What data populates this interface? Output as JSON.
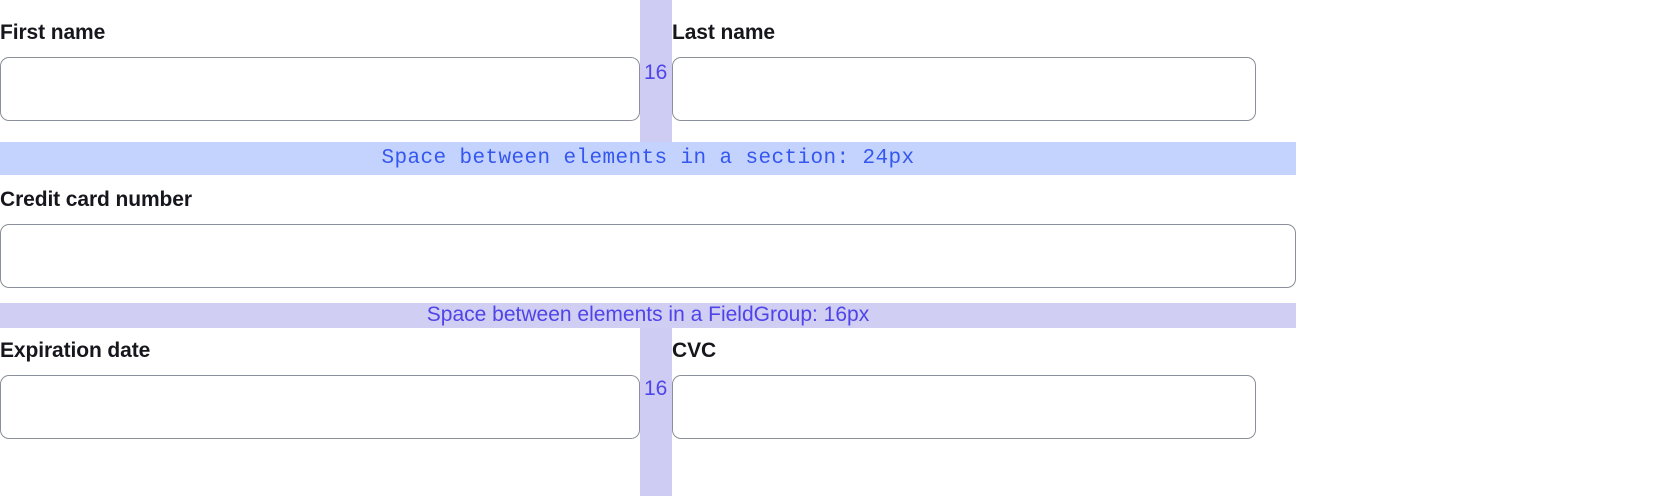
{
  "form": {
    "rows": [
      {
        "id": "names",
        "fields": [
          {
            "label": "First name",
            "value": "",
            "placeholder": ""
          },
          {
            "label": "Last name",
            "value": "",
            "placeholder": ""
          }
        ],
        "gap_label": "16"
      },
      {
        "id": "card",
        "fields": [
          {
            "label": "Credit card number",
            "value": "",
            "placeholder": ""
          }
        ],
        "gap_label": ""
      },
      {
        "id": "expiry",
        "fields": [
          {
            "label": "Expiration date",
            "value": "",
            "placeholder": ""
          },
          {
            "label": "CVC",
            "value": "",
            "placeholder": ""
          }
        ],
        "gap_label": "16"
      }
    ]
  },
  "annotations": {
    "section_spacer": {
      "text": "Space between elements in a section: 24px",
      "color": "#3557f0",
      "background": "#c3d3fd"
    },
    "fieldgroup_spacer": {
      "text": "Space between elements in a FieldGroup: 16px",
      "color": "#4f44e8",
      "background": "#d1cef3"
    },
    "column_gap_names": {
      "label": "16",
      "color": "#4f44e8",
      "background": "#cfccf4"
    },
    "column_gap_expiry": {
      "label": "16",
      "color": "#4f44e8",
      "background": "#cfccf4"
    }
  },
  "colors": {
    "input_border": "#8b8f99",
    "label_text": "#16161d",
    "page_background": "#ffffff"
  }
}
